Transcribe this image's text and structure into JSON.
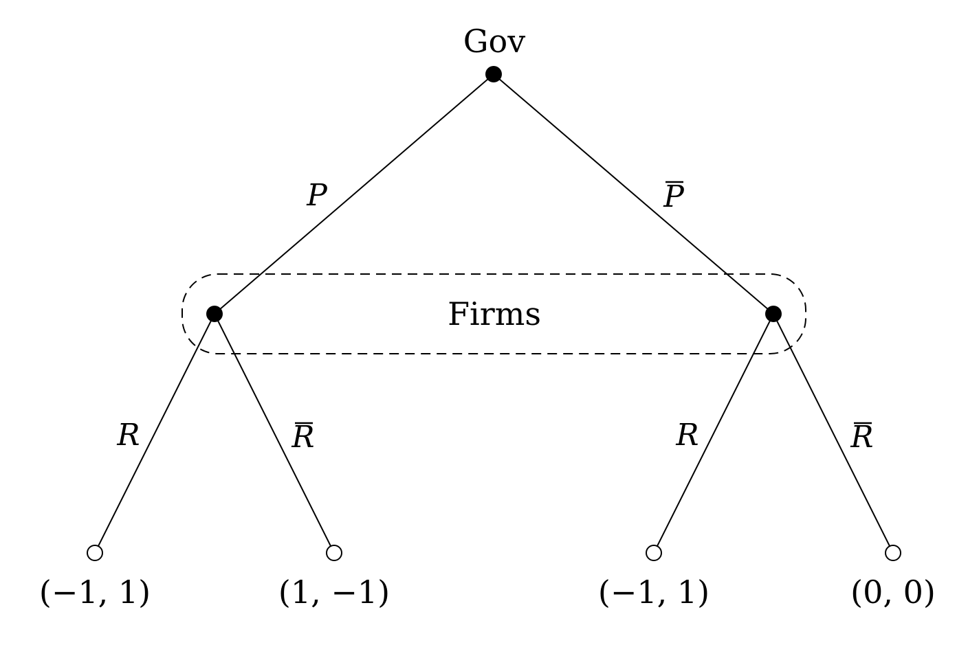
{
  "root": {
    "player": "Gov"
  },
  "information_set": {
    "player": "Firms"
  },
  "gov_actions": {
    "left": "P",
    "right": "P",
    "right_overbar": true
  },
  "firm_actions": {
    "ll": "R",
    "lr": "R",
    "lr_overbar": true,
    "rl": "R",
    "rr": "R",
    "rr_overbar": true
  },
  "payoffs": [
    "(−1, 1)",
    "(1, −1)",
    "(−1, 1)",
    "(0, 0)"
  ]
}
